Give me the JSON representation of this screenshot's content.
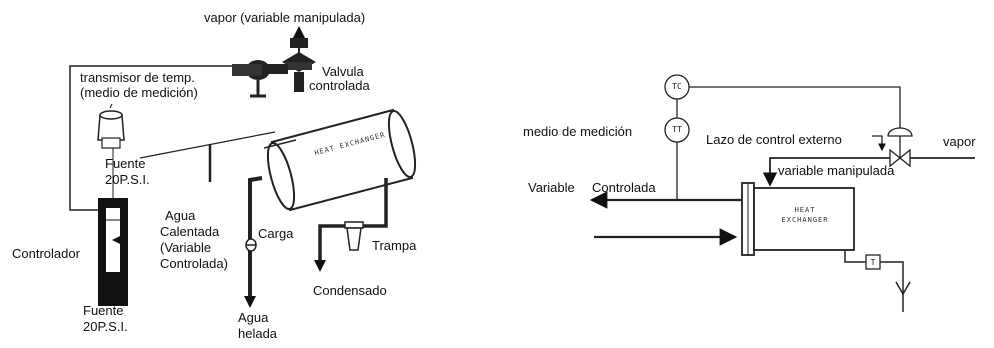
{
  "left_diagram": {
    "vapor_label": "vapor (variable manipulada)",
    "transmisor_line1": "transmisor de temp.",
    "transmisor_line2": "(medio de medición)",
    "valvula_line1": "Valvula",
    "valvula_line2": "controlada",
    "hx_text": "HEAT EXCHANGER",
    "fuente_top_line1": "Fuente",
    "fuente_top_line2": "20P.S.I.",
    "agua_calentada_line1": "Agua",
    "agua_calentada_line2": "Calentada",
    "agua_calentada_line3": "(Variable",
    "agua_calentada_line4": "Controlada)",
    "carga_label": "Carga",
    "trampa_label": "Trampa",
    "controlador_label": "Controlador",
    "condensado_label": "Condensado",
    "fuente_bottom_line1": "Fuente",
    "fuente_bottom_line2": "20P.S.I.",
    "agua_helada_line1": "Agua",
    "agua_helada_line2": "helada"
  },
  "right_diagram": {
    "tc_label": "TC",
    "tt_label": "TT",
    "medio_label": "medio de medición",
    "lazo_label": "Lazo de control externo",
    "vapor_label": "vapor",
    "variable_manipulada_label": "variable manipulada",
    "variable_label": "Variable",
    "controlada_label": "Controlada",
    "hx_line1": "HEAT",
    "hx_line2": "EXCHANGER",
    "trap_label": "T"
  }
}
